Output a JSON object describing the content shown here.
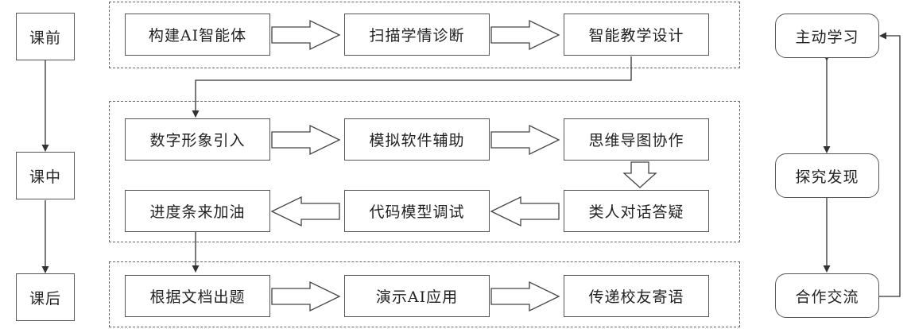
{
  "stages": {
    "pre": "课前",
    "in": "课中",
    "post": "课后"
  },
  "pre_class": [
    "构建AI智能体",
    "扫描学情诊断",
    "智能教学设计"
  ],
  "in_class": {
    "row1": [
      "数字形象引入",
      "模拟软件辅助",
      "思维导图协作"
    ],
    "row2": [
      "进度条来加油",
      "代码模型调试",
      "类人对话答疑"
    ]
  },
  "post_class": [
    "根据文档出题",
    "演示AI应用",
    "传递校友寄语"
  ],
  "learning_modes": [
    "主动学习",
    "探究发现",
    "合作交流"
  ]
}
